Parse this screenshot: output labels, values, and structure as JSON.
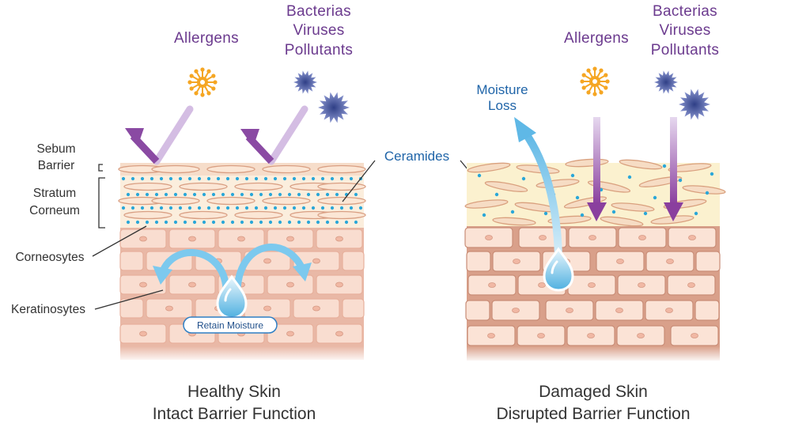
{
  "healthy": {
    "threats": {
      "allergens": "Allergens",
      "bacterias": "Bacterias",
      "viruses": "Viruses",
      "pollutants": "Pollutants"
    },
    "layers": {
      "sebum_line1": "Sebum",
      "sebum_line2": "Barrier",
      "stratum_line1": "Stratum",
      "stratum_line2": "Corneum",
      "corneosytes": "Corneosytes",
      "keratinosytes": "Keratinosytes"
    },
    "ceramides": "Ceramides",
    "retain_moisture": "Retain Moisture",
    "caption_line1": "Healthy Skin",
    "caption_line2": "Intact Barrier Function"
  },
  "damaged": {
    "threats": {
      "allergens": "Allergens",
      "bacterias": "Bacterias",
      "viruses": "Viruses",
      "pollutants": "Pollutants"
    },
    "moisture_line1": "Moisture",
    "moisture_line2": "Loss",
    "caption_line1": "Damaged Skin",
    "caption_line2": "Disrupted Barrier Function"
  },
  "icons": {
    "allergen": "allergen-icon",
    "virus": "virus-icon",
    "droplet": "water-droplet-icon"
  },
  "colors": {
    "threat_text": "#6b3a8e",
    "arrow_purple": "#8a4aa3",
    "blue_text": "#1f64a8",
    "sky_arrow": "#6ec3ec",
    "allergen": "#f5a623",
    "virus": "#4a5ea8",
    "skin_cell": "#f9ddd0",
    "skin_bg": "#e9b8a6",
    "damaged_bg": "#d9a08a",
    "ceramide_dot": "#2aa7d8",
    "stratum_bg": "#fbeedd",
    "damaged_stratum_bg": "#fbf1cf"
  }
}
